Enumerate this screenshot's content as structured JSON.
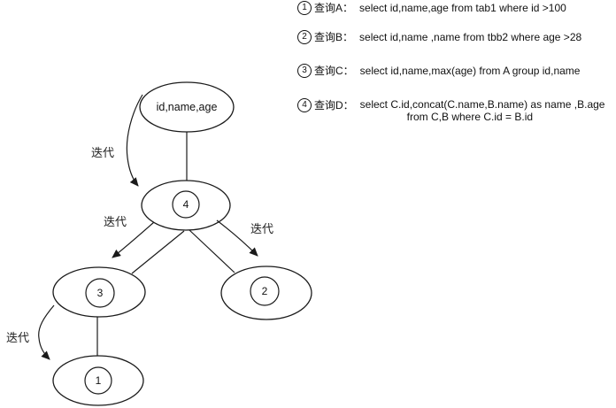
{
  "colors": {
    "background": "#ffffff",
    "line": "#1a1a1a",
    "text": "#111111"
  },
  "diagram": {
    "root": {
      "label": "id,name,age"
    },
    "nodes": [
      {
        "value": "4"
      },
      {
        "value": "3"
      },
      {
        "value": "2"
      },
      {
        "value": "1"
      }
    ],
    "iteration_label": "迭代"
  },
  "legend": {
    "items": [
      {
        "num": "1",
        "name": "查询A：",
        "sql": "select id,name,age from tab1 where id >100"
      },
      {
        "num": "2",
        "name": "查询B：",
        "sql": "select id,name ,name from tbb2 where age >28"
      },
      {
        "num": "3",
        "name": "查询C：",
        "sql": "select id,name,max(age) from A group id,name"
      },
      {
        "num": "4",
        "name": "查询D：",
        "sql": "select C.id,concat(C.name,B.name) as name ,B.age",
        "sql_line2": "from C,B where C.id = B.id"
      }
    ]
  }
}
